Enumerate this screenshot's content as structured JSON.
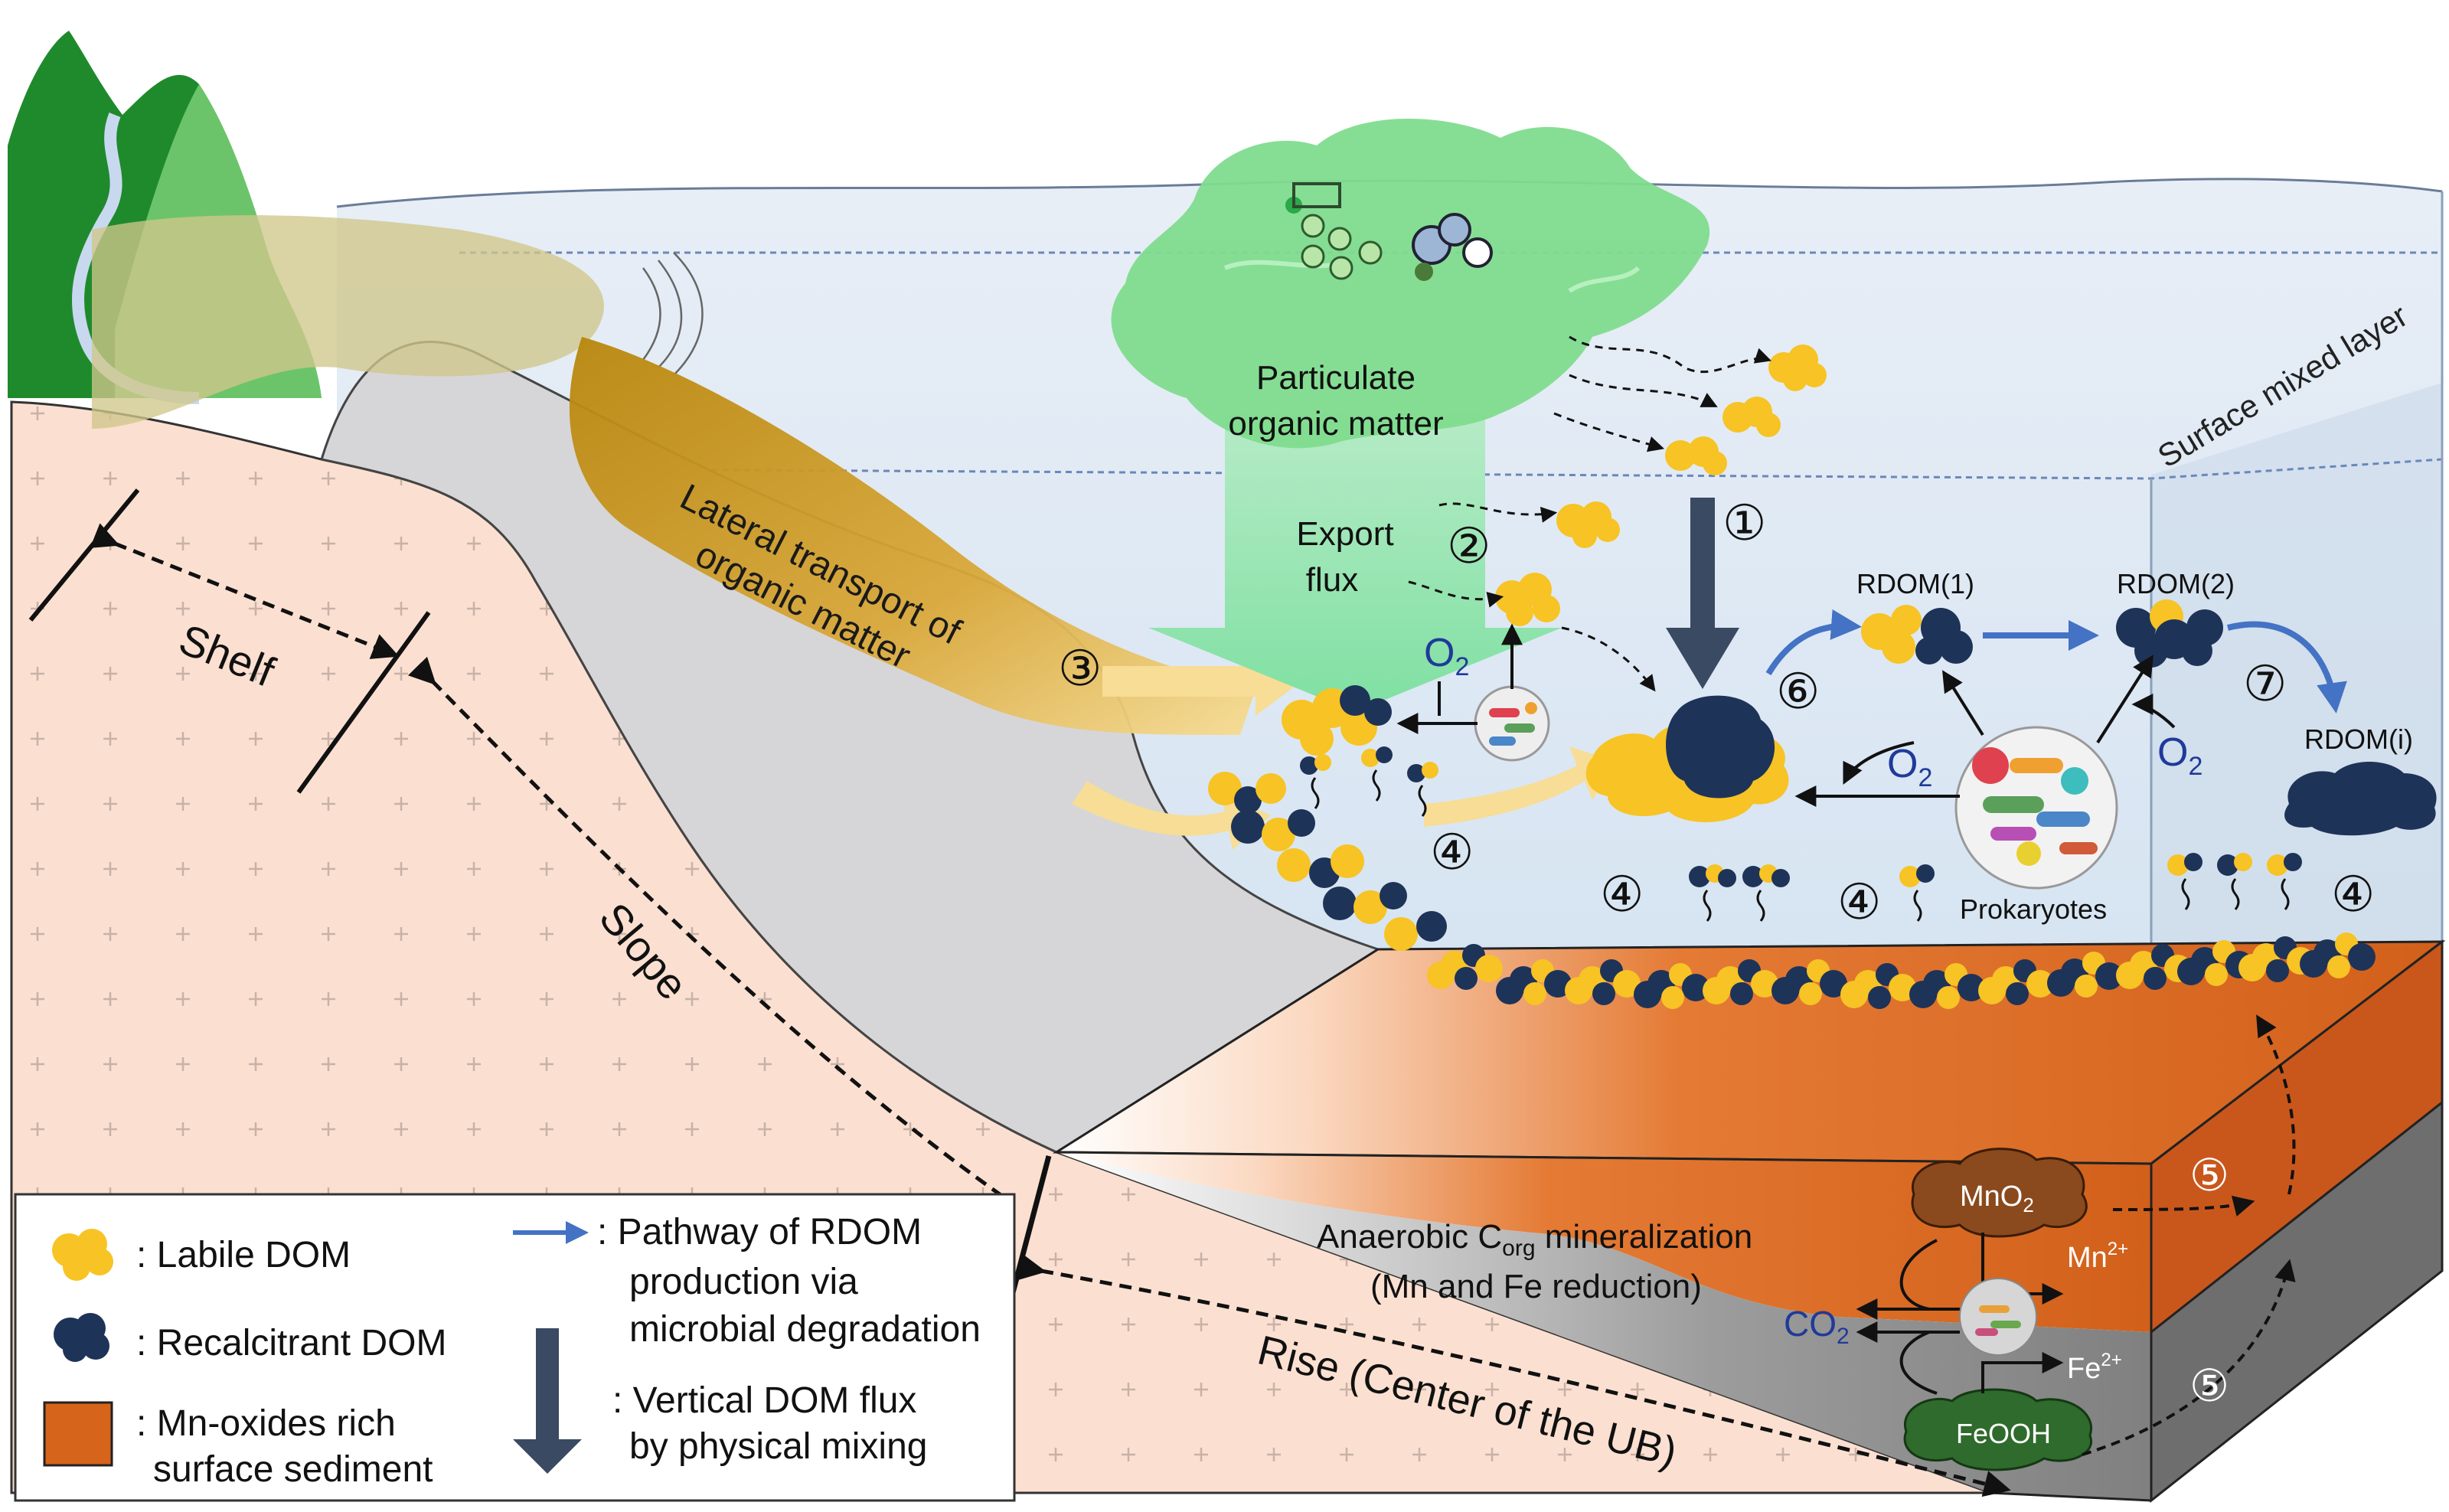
{
  "labels": {
    "particulate_1": "Particulate",
    "particulate_2": "organic matter",
    "export_1": "Export",
    "export_2": "flux",
    "lateral_1": "Lateral transport of",
    "lateral_2": "organic matter",
    "surface_layer": "Surface mixed layer",
    "shelf": "Shelf",
    "slope": "Slope",
    "rise": "Rise (Center of the UB)",
    "rdom1": "RDOM(1)",
    "rdom2": "RDOM(2)",
    "rdomi": "RDOM(i)",
    "prokaryotes": "Prokaryotes",
    "anaerobic_1": "Anaerobic C",
    "anaerobic_sub": "org",
    "anaerobic_2": " mineralization",
    "anaerobic_3": "(Mn and Fe reduction)",
    "mno2": "MnO",
    "mno2_sub": "2",
    "mn2": "Mn",
    "mn2_sup": "2+",
    "fe2": "Fe",
    "fe2_sup": "2+",
    "feooh": "FeOOH",
    "co2": "CO",
    "co2_sub": "2",
    "o2": "O",
    "o2_sub": "2"
  },
  "steps": {
    "s1": "①",
    "s2": "②",
    "s3": "③",
    "s4": "④",
    "s5": "⑤",
    "s6": "⑥",
    "s7": "⑦"
  },
  "legend": {
    "labile": ": Labile DOM",
    "recalcitrant": ": Recalcitrant DOM",
    "mn_1": ": Mn-oxides rich",
    "mn_2": "surface sediment",
    "pathway_1": ": Pathway of RDOM",
    "pathway_2": "production via",
    "pathway_3": "microbial degradation",
    "vertical_1": ": Vertical DOM flux",
    "vertical_2": "by physical mixing"
  },
  "colors": {
    "labile": "#f7c325",
    "recalcitrant": "#1e3358",
    "sediment_orange": "#d6641a",
    "arrow_blue": "#4472c4",
    "vertical_arrow": "#3a4a63",
    "o2_text": "#1f3a9a"
  }
}
